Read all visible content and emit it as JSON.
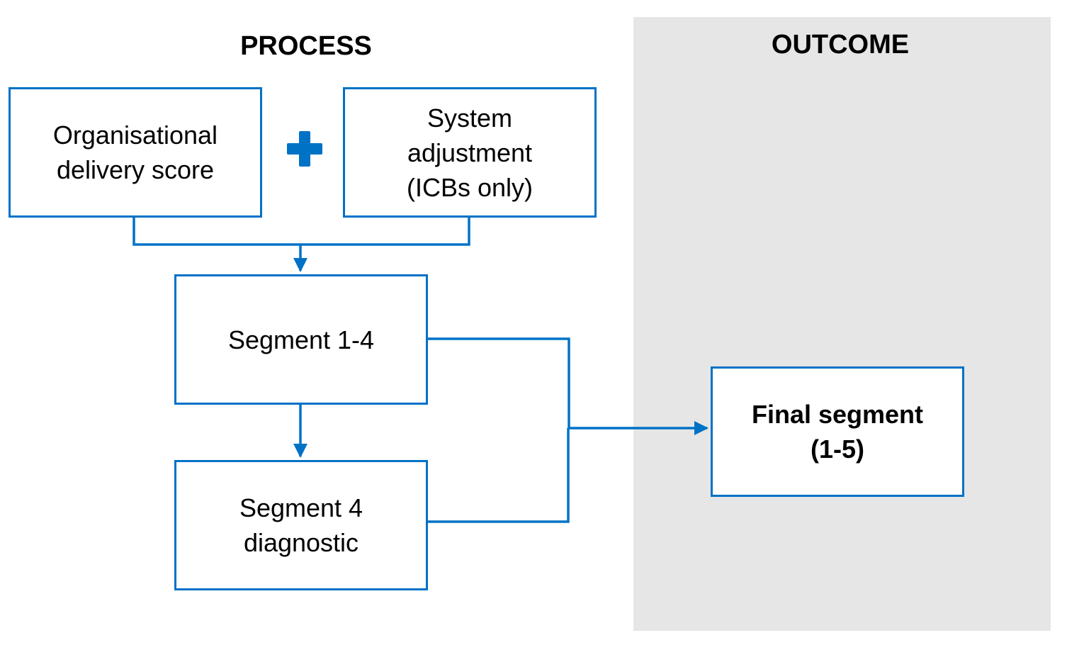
{
  "headings": {
    "process": "PROCESS",
    "outcome": "OUTCOME"
  },
  "boxes": {
    "organisational_delivery_score": "Organisational\ndelivery score",
    "system_adjustment": "System\nadjustment\n(ICBs only)",
    "segment_1_4": "Segment 1-4",
    "segment_4_diagnostic": "Segment 4\ndiagnostic",
    "final_segment": "Final segment\n(1-5)"
  },
  "icons": {
    "combine": "plus-icon"
  },
  "colors": {
    "accent": "#0072c6",
    "outcome_panel": "#e6e6e6",
    "text": "#000000"
  }
}
